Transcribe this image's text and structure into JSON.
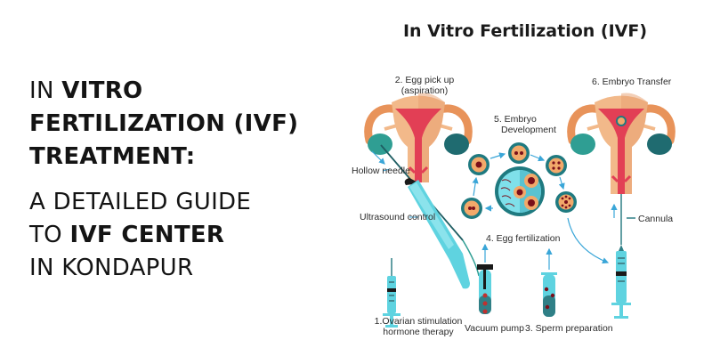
{
  "headline": {
    "lines": [
      {
        "parts": [
          {
            "text": "IN ",
            "weight": "normal"
          },
          {
            "text": "VITRO",
            "weight": "bold"
          }
        ]
      },
      {
        "parts": [
          {
            "text": "FERTILIZATION (IVF)",
            "weight": "bold"
          }
        ]
      },
      {
        "parts": [
          {
            "text": "TREATMENT:",
            "weight": "bold"
          }
        ]
      },
      {
        "parts": [
          {
            "text": "A DETAILED GUIDE",
            "weight": "normal"
          }
        ]
      },
      {
        "parts": [
          {
            "text": "TO ",
            "weight": "normal"
          },
          {
            "text": "IVF CENTER",
            "weight": "bold"
          }
        ]
      },
      {
        "parts": [
          {
            "text": "IN KONDAPUR",
            "weight": "normal"
          }
        ]
      }
    ]
  },
  "diagram": {
    "title": "In Vitro Fertilization (IVF)",
    "labels": {
      "egg_pickup_1": "2. Egg pick up",
      "egg_pickup_2": "(aspiration)",
      "embryo_dev_1": "5. Embryo",
      "embryo_dev_2": "Development",
      "embryo_transfer": "6. Embryo Transfer",
      "hollow_needle": "Hollow needle",
      "ultrasound_control": "Ultrasound control",
      "egg_fertilization": "4. Egg fertilization",
      "cannula": "Cannula",
      "ovarian_1": "1.Ovarian stimulation",
      "ovarian_2": "hormone therapy",
      "vacuum_pump": "Vacuum pump",
      "sperm_prep": "3. Sperm preparation"
    },
    "colors": {
      "uterus_light": "#f2b98a",
      "uterus_dark": "#e8935a",
      "uterus_inner": "#e23f55",
      "ovary_teal": "#2f9e93",
      "ovary_dark": "#1f6b70",
      "cyan": "#5fd3e0",
      "arrow_blue": "#3aa6d8",
      "egg_orange": "#f2a96a",
      "egg_core": "#7a0f1a"
    }
  }
}
